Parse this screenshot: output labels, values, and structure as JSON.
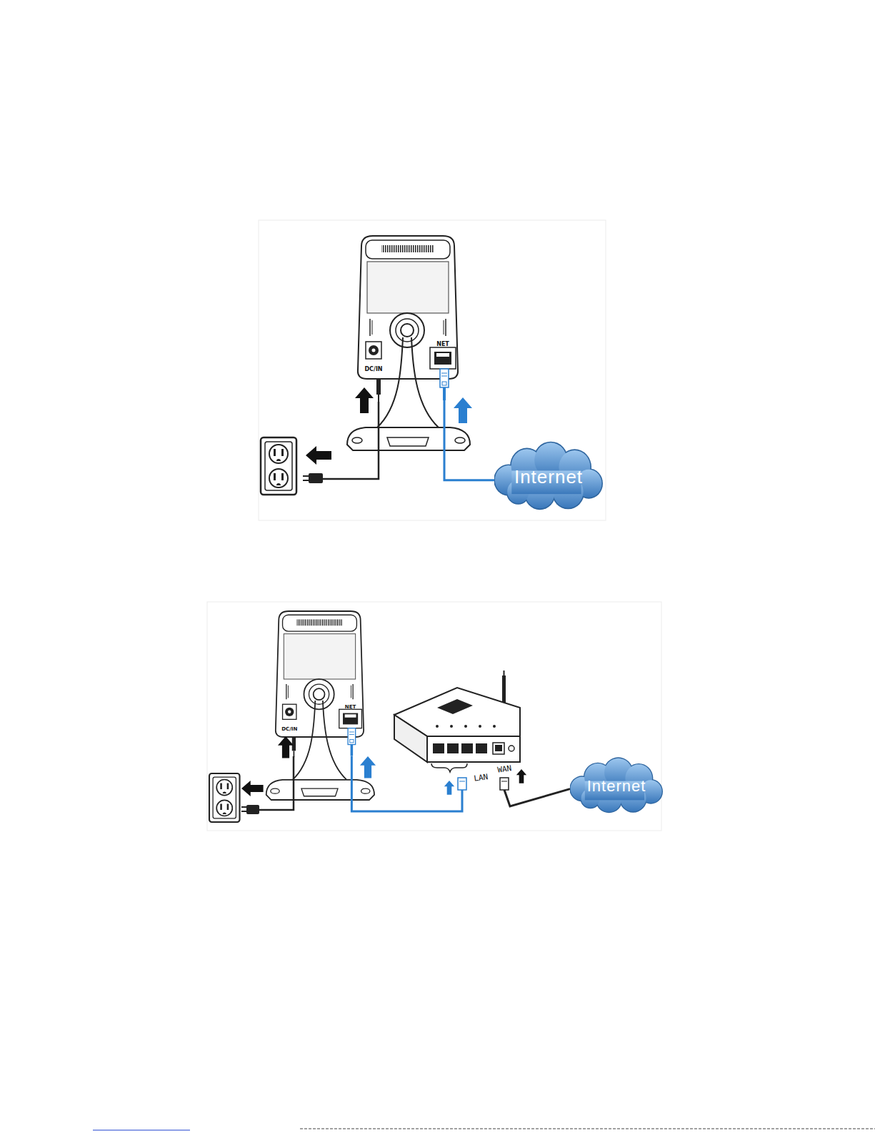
{
  "diagram": {
    "nodes": [
      {
        "text": [
          "DC/IN",
          "NET"
        ]
      },
      {
        "text": [
          "Internet"
        ]
      },
      {
        "text": [
          "DC/IN",
          "NET"
        ]
      },
      {
        "text": [
          "LAN",
          "WAN"
        ]
      },
      {
        "text": [
          "Internet"
        ]
      }
    ],
    "edges": [
      {
        "from": 0,
        "to": 1,
        "arrow": "none"
      },
      {
        "from": 2,
        "to": 3,
        "arrow": "none"
      },
      {
        "from": 3,
        "to": 4,
        "arrow": "none"
      }
    ]
  }
}
